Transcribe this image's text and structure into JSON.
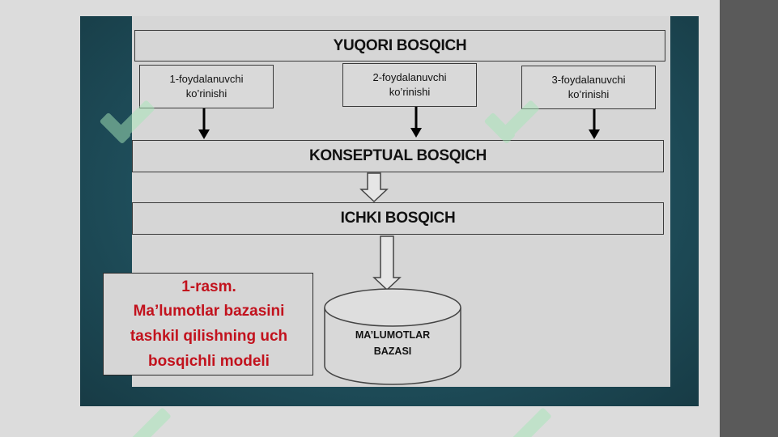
{
  "diagram": {
    "levels": {
      "top": "YUQORI BOSQICH",
      "conceptual": "KONSEPTUAL BOSQICH",
      "internal": "ICHKI BOSQICH"
    },
    "views": [
      {
        "line1": "1-foydalanuvchi",
        "line2": "ko’rinishi"
      },
      {
        "line1": "2-foydalanuvchi",
        "line2": "ko’rinishi"
      },
      {
        "line1": "3-foydalanuvchi",
        "line2": "ko’rinishi"
      }
    ],
    "database": {
      "line1": "MA’LUMOTLAR",
      "line2": "BAZASI"
    },
    "caption": {
      "line1": "1-rasm.",
      "line2": "Ma’lumotlar bazasini",
      "line3": "tashkil qilishning uch",
      "line4": "bosqichli modeli"
    }
  },
  "colors": {
    "frame": "#1f4f5c",
    "panel": "#d6d6d6",
    "caption_text": "#c2121d",
    "right_bar": "#5a5a5a",
    "watermark": "#a6e6b8"
  },
  "icons": [
    "arrow-down-icon",
    "hollow-arrow-down-icon",
    "database-cylinder-icon",
    "soff-watermark-logo"
  ]
}
